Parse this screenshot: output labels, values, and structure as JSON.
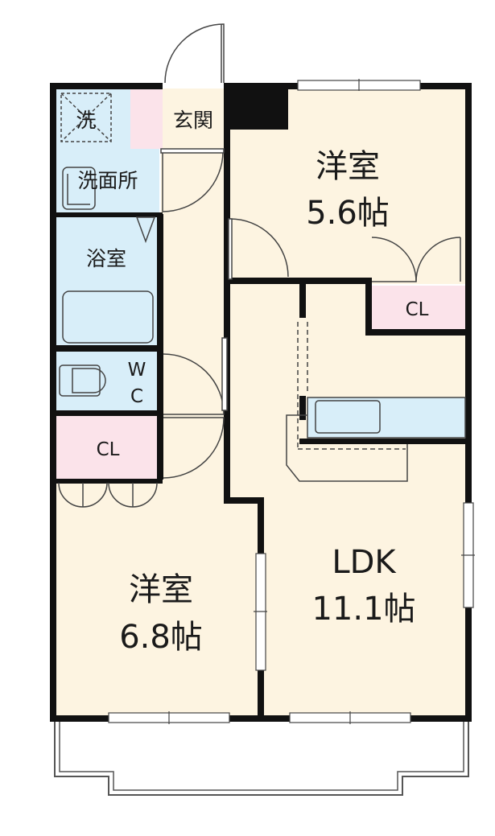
{
  "rooms": {
    "bedroom_upper": {
      "name": "洋室",
      "size": "5.6帖"
    },
    "bedroom_lower": {
      "name": "洋室",
      "size": "6.8帖"
    },
    "ldk": {
      "name": "LDK",
      "size": "11.1帖"
    },
    "entrance": "玄関",
    "laundry": "洗",
    "washroom": "洗面所",
    "bathroom": "浴室",
    "toilet_w": "W",
    "toilet_c": "C",
    "closet_upper": "CL",
    "closet_lower": "CL"
  },
  "colors": {
    "floor_room": "#fdf4e1",
    "floor_wet": "#d8eef9",
    "floor_closet": "#fbe3ea",
    "wall": "#111111",
    "line": "#444444"
  }
}
